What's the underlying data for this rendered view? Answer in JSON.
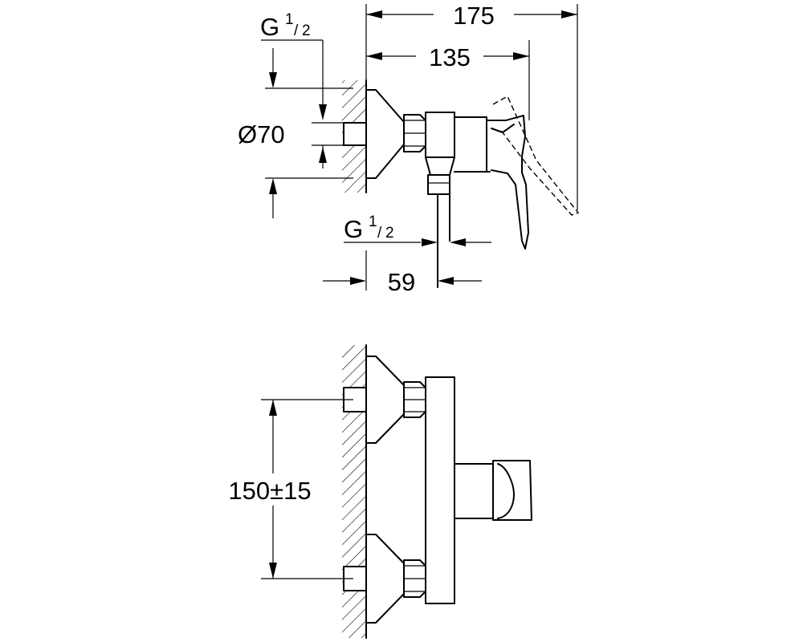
{
  "side_view": {
    "dim_175": "175",
    "dim_135": "135",
    "dim_59": "59",
    "dim_diameter": "Ø70",
    "thread_top": {
      "main": "G",
      "numerator": "1",
      "denominator": "2"
    },
    "thread_bottom": {
      "main": "G",
      "numerator": "1",
      "denominator": "2"
    }
  },
  "front_view": {
    "dim_center_distance": "150±15"
  }
}
